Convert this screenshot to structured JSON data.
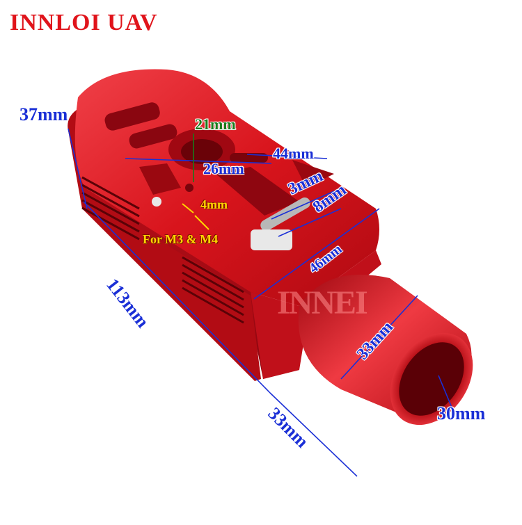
{
  "brand": {
    "text": "INNLOI UAV",
    "color": "#e0141b"
  },
  "watermark": {
    "text": "INNEI"
  },
  "dimensions": {
    "width_top": "37mm",
    "hole_depth": "21mm",
    "slot_length": "44mm",
    "hole_span": "26mm",
    "slot_width": "3mm",
    "slot_offset": "8mm",
    "screw_offset": "4mm",
    "screw_note": "For M3 & M4",
    "front_width": "46mm",
    "length": "113mm",
    "height": "33mm",
    "tube_outer": "33mm",
    "tube_inner": "30mm"
  },
  "colors": {
    "body": "#d8141c",
    "annotation": "#1a2fd6",
    "annotation_green": "#1b7a1b",
    "note": "#ffd400"
  }
}
